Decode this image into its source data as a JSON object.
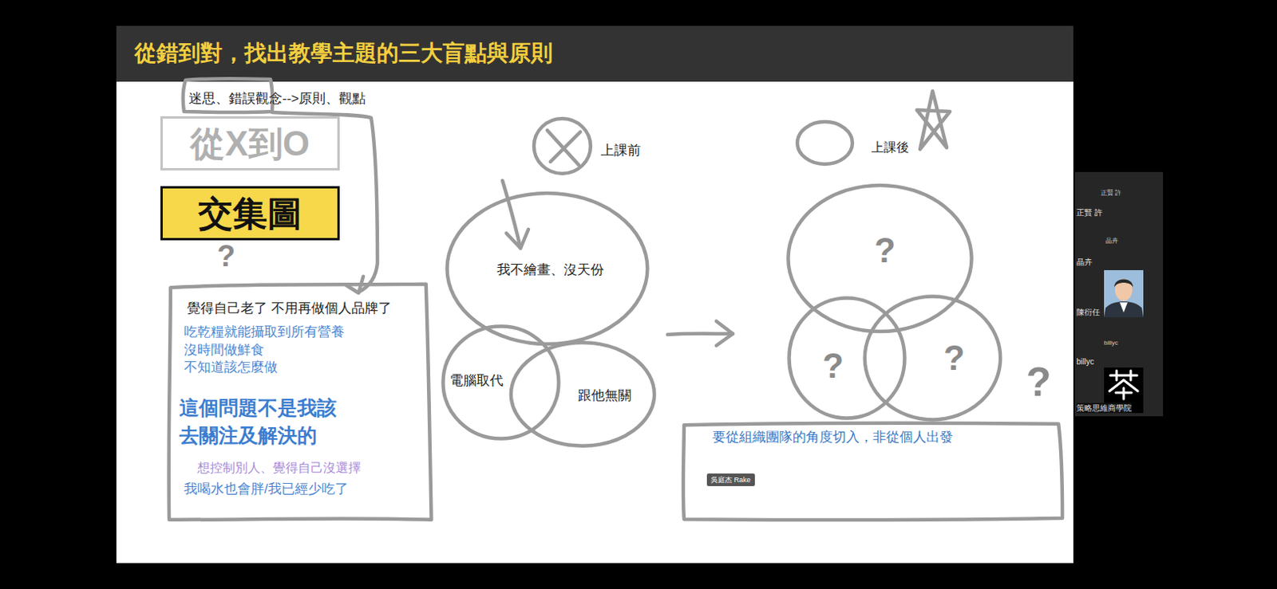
{
  "diagram": {
    "title": "從錯到對，找出教學主題的三大盲點與原則",
    "nodes": [
      {
        "text": [
          "從X到O"
        ]
      },
      {
        "text": [
          "交集圖"
        ]
      },
      {
        "text": [
          "覺得自己老了 不用再做個人品牌了",
          "吃乾糧就能攝取到所有營養",
          "沒時間做鮮食",
          "不知道該怎麼做",
          "這個問題不是我該 去關注及解決的",
          "想控制別人、覺得自己沒選擇",
          "我喝水也會胖/我已經少吃了"
        ]
      },
      {
        "text": [
          "我不繪畫、沒天份"
        ]
      },
      {
        "text": [
          "電腦取代"
        ]
      },
      {
        "text": [
          "跟他無關"
        ]
      },
      {
        "text": [
          "?"
        ]
      },
      {
        "text": [
          "?"
        ]
      },
      {
        "text": [
          "?"
        ]
      },
      {
        "text": [
          "要從組織團隊的角度切入，非從個人出發"
        ]
      }
    ],
    "labels": [
      "迷思、錯誤觀念-->原則、觀點",
      "?",
      "上課前",
      "上課後",
      "?",
      "吳庭杰 Rake",
      "正賢 許",
      "正賢 許",
      "晶卉",
      "晶卉",
      "陳衍任",
      "billyc",
      "billyc",
      "策略思維商學院"
    ]
  }
}
